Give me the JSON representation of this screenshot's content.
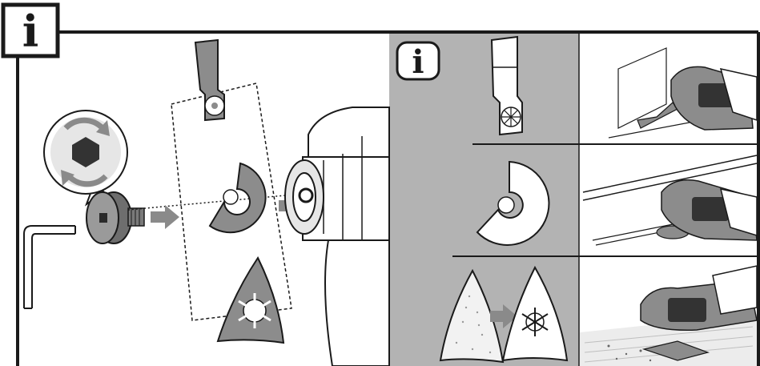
{
  "info_badge_main": {
    "glyph": "i",
    "icon": "info-icon"
  },
  "info_badge_panel": {
    "glyph": "i",
    "icon": "info-icon"
  },
  "colors": {
    "frame": "#1a1a1a",
    "panel_gray": "#b3b3b3",
    "part_gray": "#8c8c8c",
    "light_gray": "#e6e6e6",
    "arrow_gray": "#8a8a8a",
    "white": "#ffffff"
  },
  "left_illustration": {
    "steps": [
      "hex-key",
      "clamping-screw",
      "blade-options",
      "tool-head"
    ],
    "blades": [
      "plunge-cut-blade",
      "segment-saw-blade",
      "delta-sanding-plate"
    ],
    "rotation_icon": "hex-rotate-icon"
  },
  "application_rows": [
    {
      "blade": "plunge-cut-blade",
      "application": "plunge-cut-in-panel"
    },
    {
      "blade": "segment-saw-blade",
      "application": "flush-cut-along-board"
    },
    {
      "blade": "delta-sanding-plate",
      "application": "sanding-surface"
    }
  ]
}
